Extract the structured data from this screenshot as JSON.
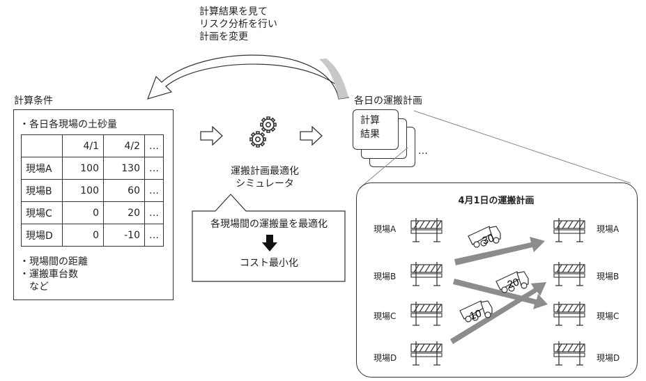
{
  "feedback": {
    "lines": [
      "計算結果を見て",
      "リスク分析を行い",
      "計画を変更"
    ]
  },
  "conditions": {
    "title": "計算条件",
    "bullet_soil": "・各日各現場の土砂量",
    "table": {
      "headers": [
        "",
        "4/1",
        "4/2",
        "…"
      ],
      "rows": [
        {
          "site": "現場A",
          "d1": "100",
          "d2": "130",
          "more": "…"
        },
        {
          "site": "現場B",
          "d1": "100",
          "d2": "60",
          "more": "…"
        },
        {
          "site": "現場C",
          "d1": "0",
          "d2": "20",
          "more": "…"
        },
        {
          "site": "現場D",
          "d1": "0",
          "d2": "-10",
          "more": "…"
        }
      ]
    },
    "bullets": [
      "・現場間の距離",
      "・運搬車台数",
      "　など"
    ]
  },
  "simulator": {
    "label_line1": "運搬計画最適化",
    "label_line2": "シミュレータ",
    "callout_top": "各現場間の運搬量を最適化",
    "callout_bottom": "コスト最小化"
  },
  "results": {
    "title": "各日の運搬計画",
    "card_line1": "計算",
    "card_line2": "結果",
    "ellipsis": "…"
  },
  "plan": {
    "title": "4月1日の運搬計画",
    "left_sites": [
      "現場A",
      "現場B",
      "現場C",
      "現場D"
    ],
    "right_sites": [
      "現場A",
      "現場B",
      "現場C",
      "現場D"
    ],
    "flows": [
      {
        "from": "現場B",
        "to": "現場A",
        "amount": "30"
      },
      {
        "from": "現場B",
        "to": "現場C",
        "amount": "20"
      },
      {
        "from": "現場D",
        "to": "現場B",
        "amount": "10"
      }
    ]
  }
}
